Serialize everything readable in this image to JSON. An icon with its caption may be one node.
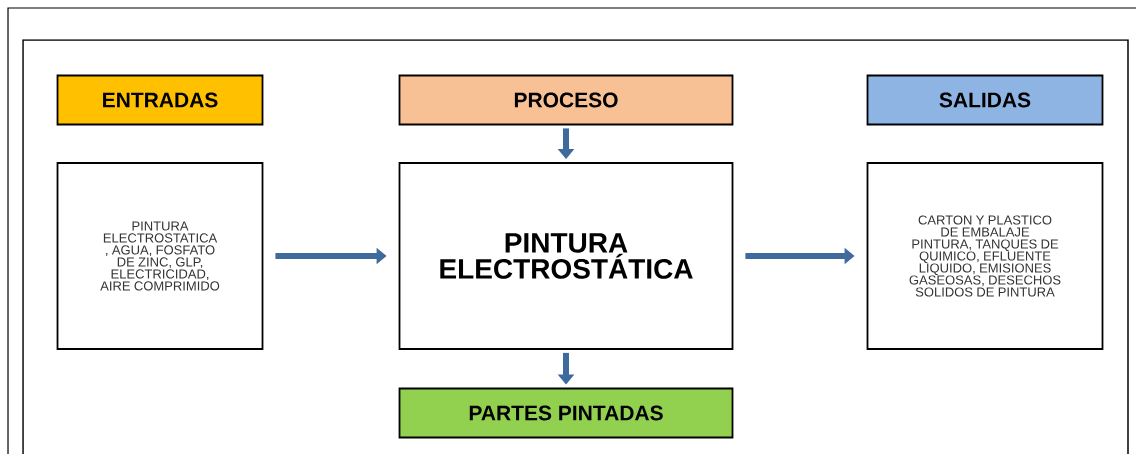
{
  "diagram": {
    "nodes": [
      {
        "text": [
          "ENTRADAS"
        ]
      },
      {
        "text": [
          "PROCESO"
        ]
      },
      {
        "text": [
          "SALIDAS"
        ]
      },
      {
        "text": [
          "PINTURA ELECTROSTATICA , AGUA, FOSFATO DE ZINC, GLP, ELECTRICIDAD, AIRE COMPRIMIDO"
        ]
      },
      {
        "text": [
          "PINTURA ELECTROSTÁTICA"
        ]
      },
      {
        "text": [
          "CARTON Y PLASTICO DE EMBALAJE PINTURA, TANQUES DE QUIMICO, EFLUENTE LIQUIDO, EMISIONES GASEOSAS, DESECHOS SOLIDOS DE PINTURA"
        ]
      },
      {
        "text": [
          "PARTES PINTADAS"
        ]
      }
    ],
    "edges": [
      {
        "from": 1,
        "to": 4,
        "arrow": "to"
      },
      {
        "from": 3,
        "to": 4,
        "arrow": "to"
      },
      {
        "from": 4,
        "to": 5,
        "arrow": "to"
      },
      {
        "from": 4,
        "to": 6,
        "arrow": "to"
      }
    ]
  }
}
